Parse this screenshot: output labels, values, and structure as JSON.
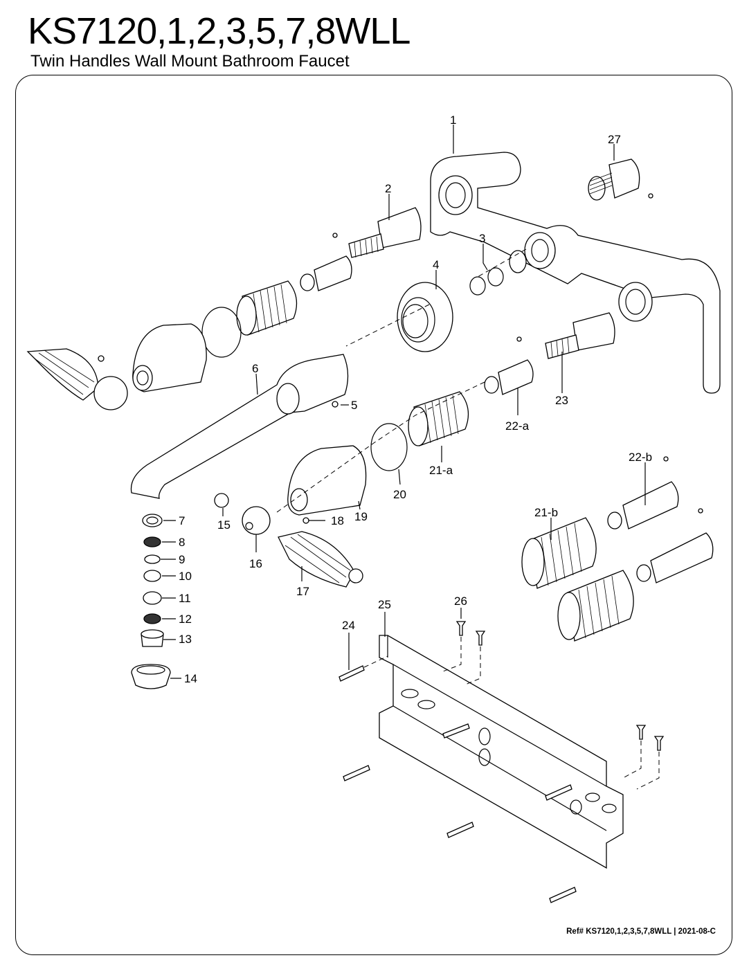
{
  "header": {
    "title": "KS7120,1,2,3,5,7,8WLL",
    "subtitle": "Twin Handles Wall Mount Bathroom Faucet"
  },
  "labels": {
    "n1": "1",
    "n2": "2",
    "n3": "3",
    "n4": "4",
    "n5": "5",
    "n6": "6",
    "n7": "7",
    "n8": "8",
    "n9": "9",
    "n10": "10",
    "n11": "11",
    "n12": "12",
    "n13": "13",
    "n14": "14",
    "n15": "15",
    "n16": "16",
    "n17": "17",
    "n18": "18",
    "n19": "19",
    "n20": "20",
    "n21a": "21-a",
    "n21b": "21-b",
    "n22a": "22-a",
    "n22b": "22-b",
    "n23": "23",
    "n24": "24",
    "n25": "25",
    "n26": "26",
    "n27": "27"
  },
  "footer": {
    "ref": "Ref# KS7120,1,2,3,5,7,8WLL | 2021-08-C"
  }
}
